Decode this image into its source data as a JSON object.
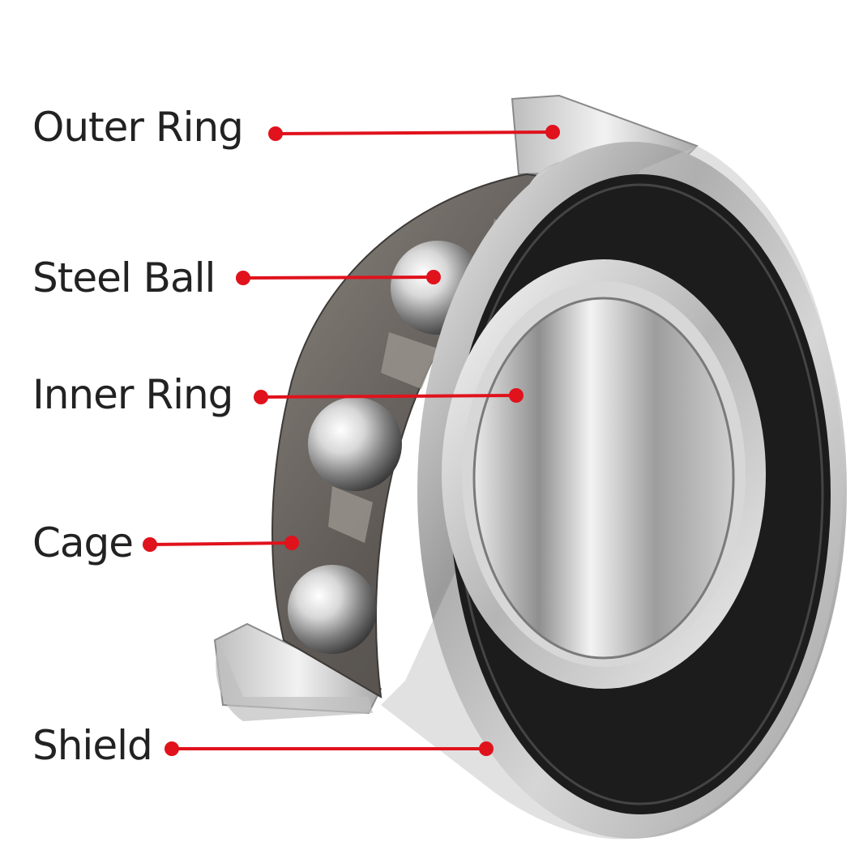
{
  "labels": {
    "outer_ring": "Outer Ring",
    "steel_ball": "Steel Ball",
    "inner_ring": "Inner Ring",
    "cage": "Cage",
    "shield": "Shield"
  },
  "colors": {
    "leader": "#e0121c",
    "shield": "#1c1c1c",
    "steel": "#c9c9c9",
    "cage": "#6d6864",
    "text": "#222222"
  }
}
